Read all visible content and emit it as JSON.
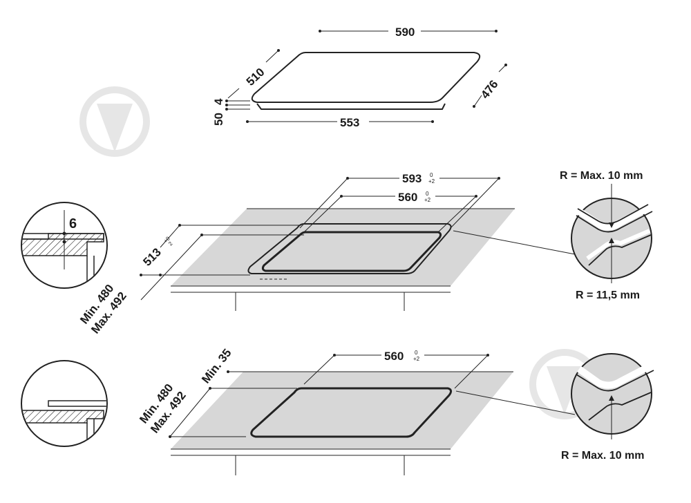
{
  "hob": {
    "width": "590",
    "depth": "510",
    "glass_thickness": "4",
    "body_height": "50",
    "body_width": "553",
    "body_depth": "476"
  },
  "flush_install": {
    "outer_width": "593",
    "outer_width_tol_top": "0",
    "outer_width_tol_bottom": "+2",
    "inner_width": "560",
    "inner_width_tol_top": "0",
    "inner_width_tol_bottom": "+2",
    "outer_depth": "513",
    "outer_depth_tol_top": "+0",
    "outer_depth_tol_bottom": "2",
    "min_depth": "Min. 480",
    "max_depth": "Max. 492",
    "step_depth": "6",
    "radius_top": "R = Max. 10 mm",
    "radius_bottom": "R = 11,5 mm"
  },
  "standard_install": {
    "cutout_width": "560",
    "cutout_width_tol_top": "0",
    "cutout_width_tol_bottom": "+2",
    "min_depth": "Min. 480",
    "max_depth": "Max. 492",
    "min_edge": "Min. 35",
    "radius": "R = Max. 10 mm"
  }
}
